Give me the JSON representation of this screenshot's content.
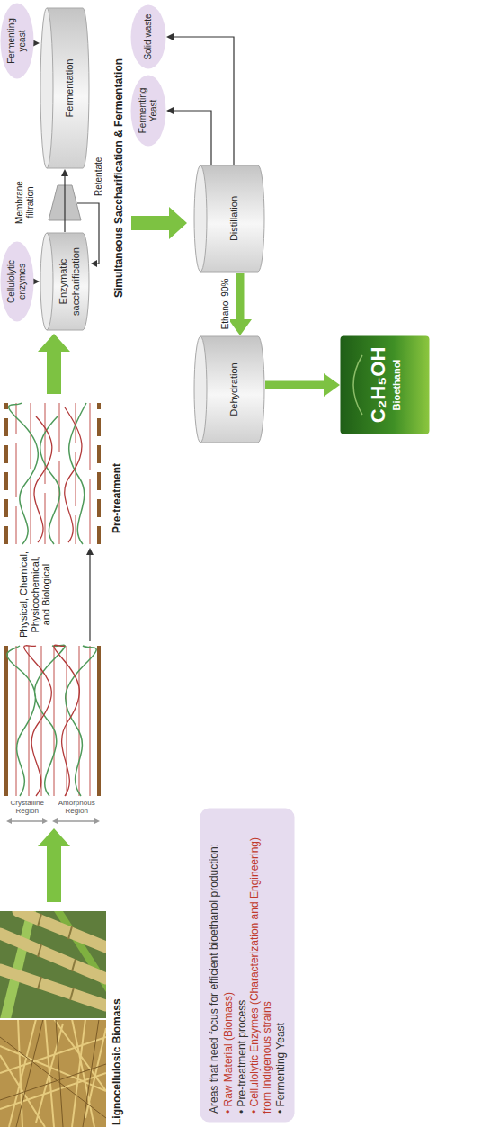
{
  "diagram": {
    "nodes": [
      {
        "text": [
          "Cellulolytic enzymes"
        ]
      },
      {
        "text": [
          "Enzymatic saccharification"
        ]
      },
      {
        "text": [
          "Fermenting yeast"
        ]
      },
      {
        "text": [
          "Fermentation"
        ]
      },
      {
        "text": [
          "Distillation"
        ]
      },
      {
        "text": [
          "Fermenting Yeast"
        ]
      },
      {
        "text": [
          "Solid waste"
        ]
      },
      {
        "text": [
          "Dehydration"
        ]
      },
      {
        "text": [
          "C₂H₅OH",
          "Bioethanol"
        ]
      },
      {
        "text": [
          "Areas that need focus for efficient bioethanol production:",
          "• Raw Material (Biomass)",
          "• Pre-treatment process",
          "• Cellulolytic Enzymes (Characterization and Engineering) from Indigenous strains",
          "• Fermenting Yeast"
        ]
      }
    ],
    "edges": [
      {
        "from": 0,
        "to": 1,
        "arrow": "to"
      },
      {
        "from": 2,
        "to": 3,
        "arrow": "to"
      },
      {
        "from": 1,
        "to": 3,
        "arrow": "to"
      },
      {
        "from": 4,
        "to": 5,
        "arrow": "to"
      },
      {
        "from": 4,
        "to": 6,
        "arrow": "to"
      },
      {
        "from": 4,
        "to": 7,
        "label": "Ethanol 90%",
        "arrow": "to"
      },
      {
        "from": 7,
        "to": 8,
        "arrow": "to"
      }
    ],
    "labels": [
      "Lignocellulosic Biomass",
      "Crystalline Region",
      "Amorphous Region",
      "Physical, Chemical, Physicochemical, and Biological",
      "Pre-treatment",
      "Membrane filtration",
      "Retentate",
      "Simultaneous Saccharification & Fermentation"
    ]
  }
}
